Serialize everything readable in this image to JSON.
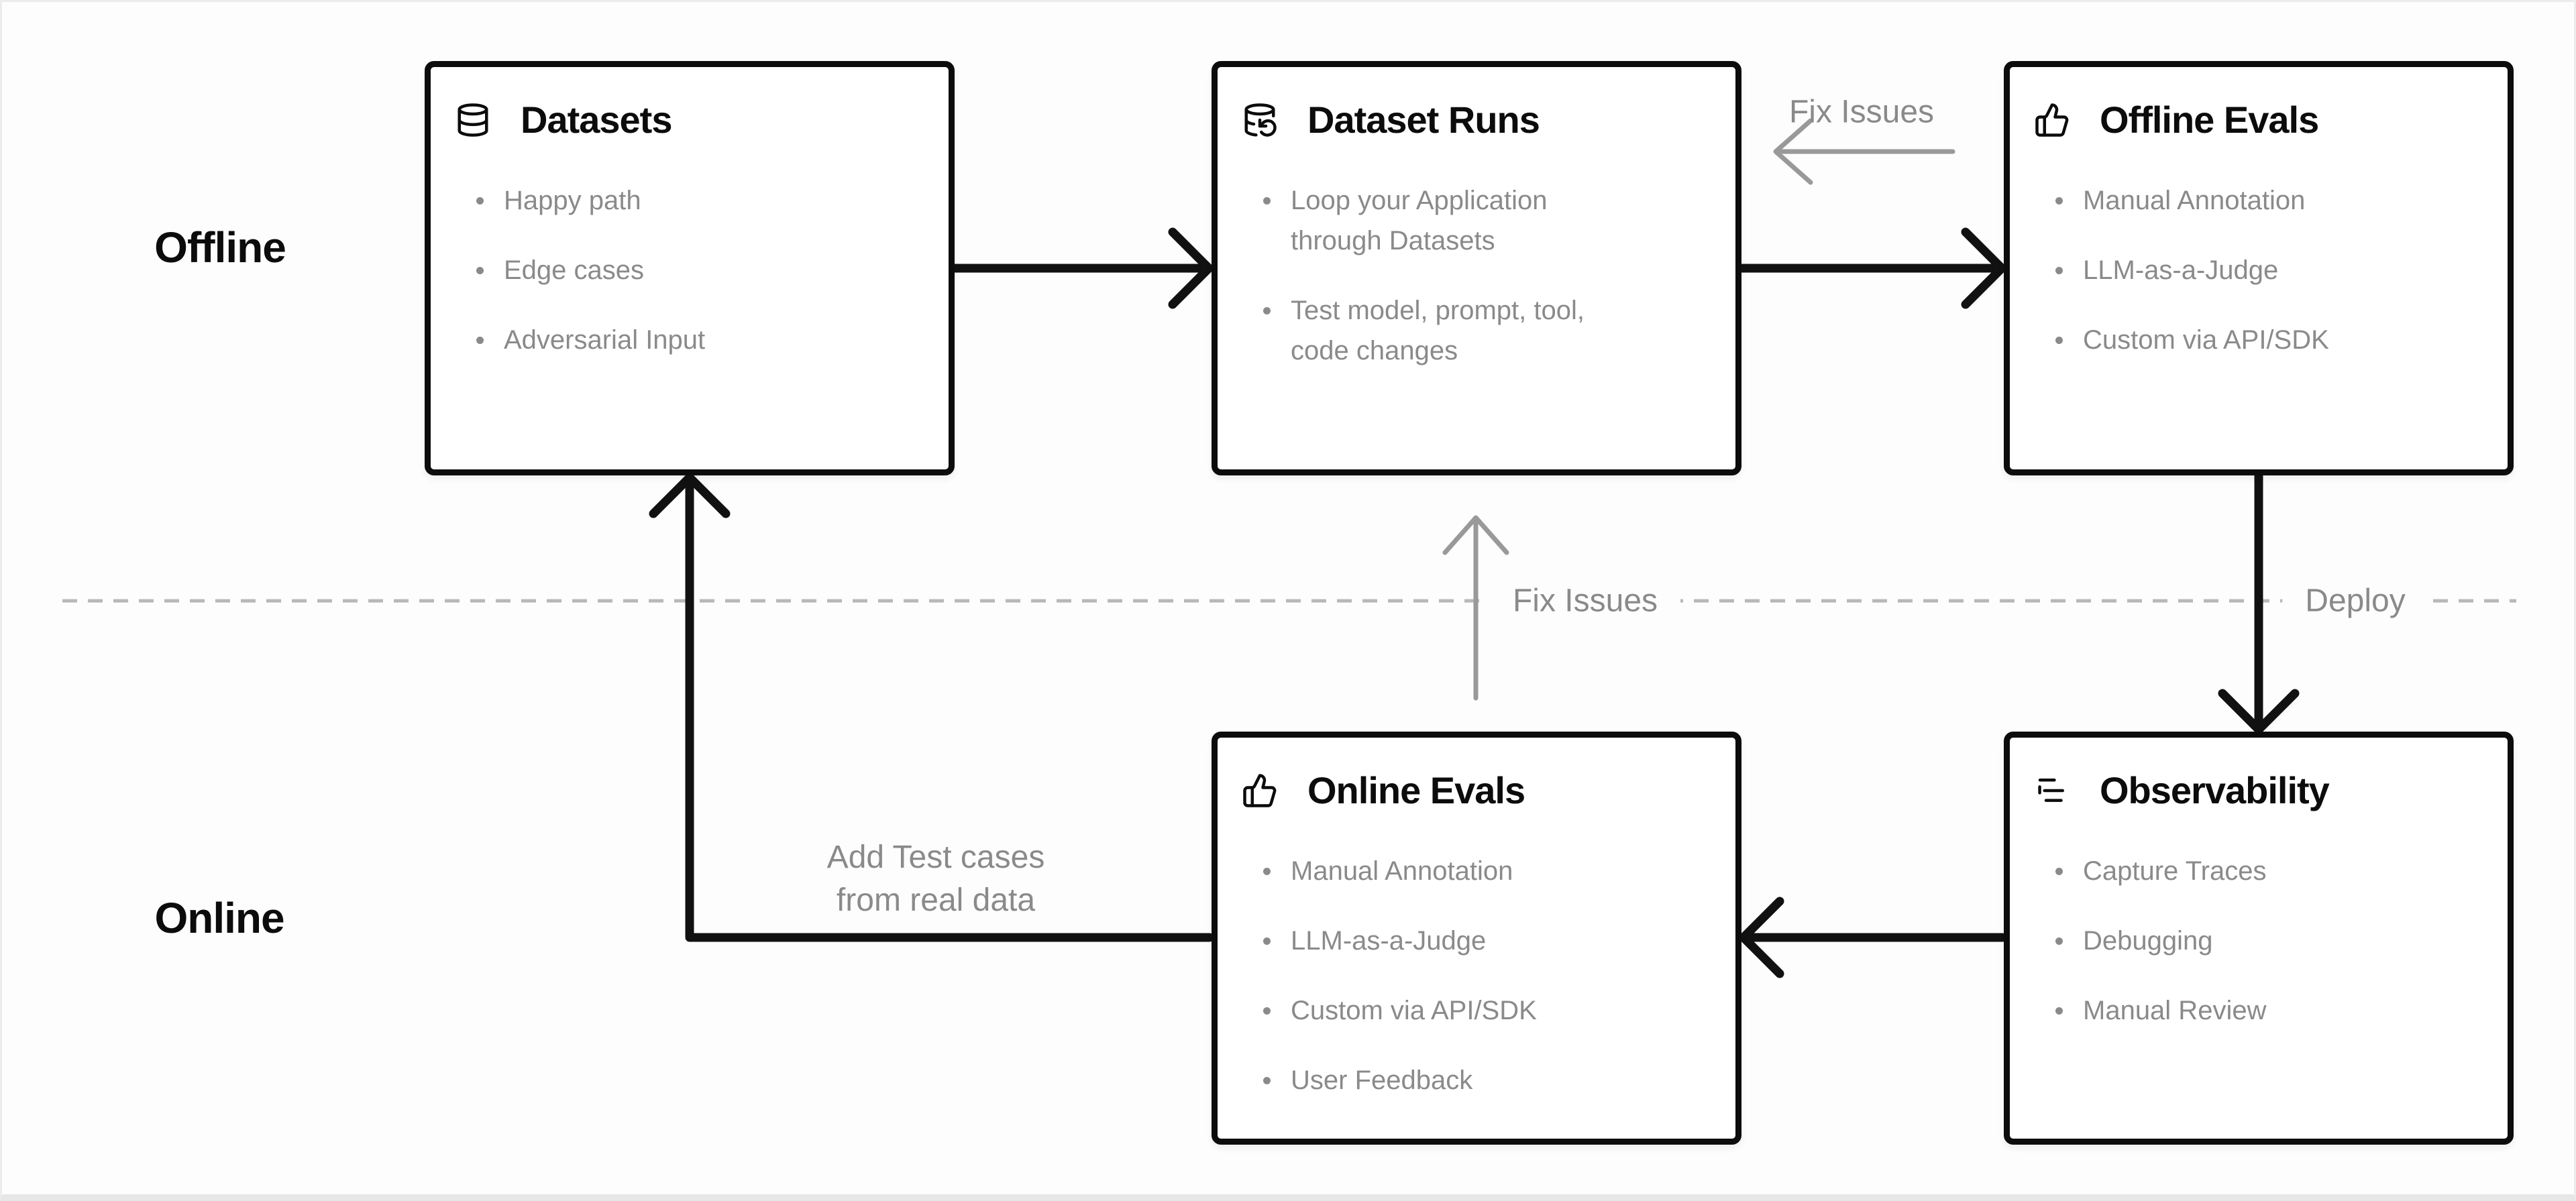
{
  "colors": {
    "canvas_bg": "#fdfdfd",
    "box_border": "#0c0c0c",
    "title_text": "#0c0c0c",
    "bullet_text": "#8a8a8a",
    "gray_label": "#8a8a8a",
    "black_arrow": "#111111",
    "gray_arrow": "#999999",
    "dashed_divider": "#b8b8b8"
  },
  "sections": {
    "offline_label": "Offline",
    "online_label": "Online"
  },
  "boxes": [
    {
      "id": "datasets",
      "icon": "database-icon",
      "title": "Datasets",
      "bullets": [
        "Happy path",
        "Edge cases",
        "Adversarial Input"
      ]
    },
    {
      "id": "dataset-runs",
      "icon": "database-loop-icon",
      "title": "Dataset Runs",
      "bullets": [
        "Loop your Application through Datasets",
        "Test model, prompt, tool, code changes"
      ]
    },
    {
      "id": "offline-evals",
      "icon": "thumbs-up-icon",
      "title": "Offline Evals",
      "bullets": [
        "Manual Annotation",
        "LLM-as-a-Judge",
        "Custom via API/SDK"
      ]
    },
    {
      "id": "online-evals",
      "icon": "thumbs-up-icon",
      "title": "Online Evals",
      "bullets": [
        "Manual Annotation",
        "LLM-as-a-Judge",
        "Custom via API/SDK",
        "User Feedback"
      ]
    },
    {
      "id": "observability",
      "icon": "traces-icon",
      "title": "Observability",
      "bullets": [
        "Capture Traces",
        "Debugging",
        "Manual Review"
      ]
    }
  ],
  "edge_labels": {
    "fix_issues_top": "Fix Issues",
    "fix_issues_mid": "Fix Issues",
    "deploy": "Deploy",
    "add_test_cases_line1": "Add Test cases",
    "add_test_cases_line2": "from real data"
  }
}
